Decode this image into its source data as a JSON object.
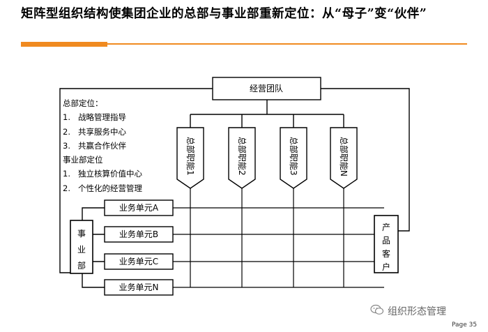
{
  "slide": {
    "title": "矩阵型组织结构使集团企业的总部与事业部重新定位：从“母子”变“伙伴”",
    "page": "Page 35"
  },
  "diagram": {
    "top_box": "经营团队",
    "functions": [
      "总部职能1",
      "总部职能2",
      "总部职能3",
      "总部职能N"
    ],
    "units": [
      "业务单元A",
      "业务单元B",
      "业务单元C",
      "业务单元N"
    ],
    "left_box": "事业部",
    "right_box": "产品客户"
  },
  "notes": {
    "hq_heading": "总部定位：",
    "hq_items": [
      {
        "num": "1.",
        "text": "战略管理指导"
      },
      {
        "num": "2.",
        "text": "共享服务中心"
      },
      {
        "num": "3.",
        "text": "共赢合作伙伴"
      }
    ],
    "bu_heading": "事业部定位",
    "bu_items": [
      {
        "num": "1.",
        "text": "独立核算价值中心"
      },
      {
        "num": "2.",
        "text": "个性化的经营管理"
      }
    ]
  },
  "watermark": {
    "text": "组织形态管理",
    "icon": "wechat-icon"
  },
  "colors": {
    "accent": "#f08a20",
    "ink": "#000000"
  }
}
